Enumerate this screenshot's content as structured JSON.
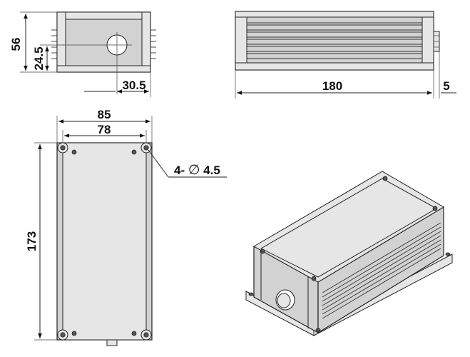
{
  "dimensions": {
    "front_height": "56",
    "front_hole_height": "24.5",
    "front_hole_offset": "30.5",
    "side_length": "180",
    "side_connector": "5",
    "top_width_outer": "85",
    "top_width_inner": "78",
    "top_length": "173",
    "mount_holes": "4-",
    "mount_hole_symbol": "∅",
    "mount_hole_diameter": "4.5"
  },
  "colors": {
    "body": "#d2d2d2",
    "line": "#222222",
    "background": "#ffffff"
  }
}
